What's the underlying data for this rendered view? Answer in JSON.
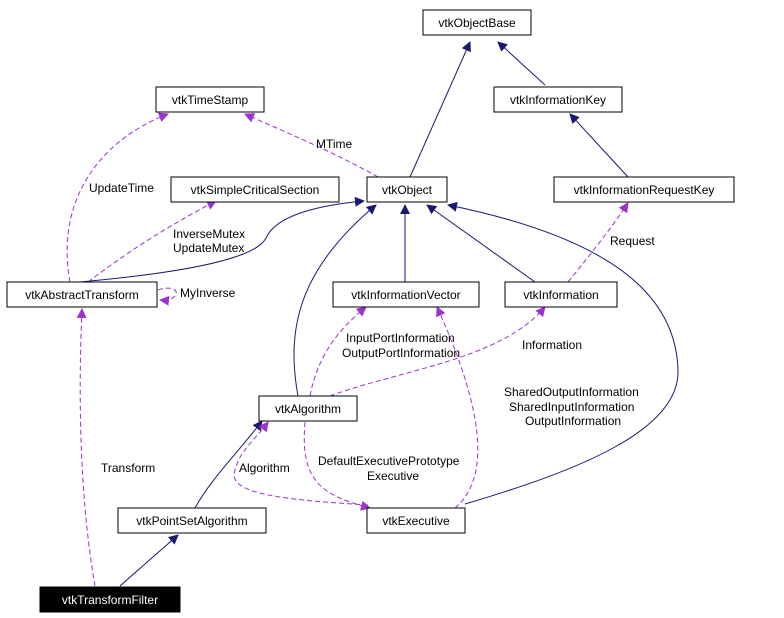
{
  "colors": {
    "inheritance": "#191970",
    "usage": "#9a32cd",
    "node_fill": "#ffffff",
    "highlight_fill": "#000000"
  },
  "nodes": {
    "vtkObjectBase": "vtkObjectBase",
    "vtkTimeStamp": "vtkTimeStamp",
    "vtkInformationKey": "vtkInformationKey",
    "vtkSimpleCriticalSection": "vtkSimpleCriticalSection",
    "vtkObject": "vtkObject",
    "vtkInformationRequestKey": "vtkInformationRequestKey",
    "vtkAbstractTransform": "vtkAbstractTransform",
    "vtkInformationVector": "vtkInformationVector",
    "vtkInformation": "vtkInformation",
    "vtkAlgorithm": "vtkAlgorithm",
    "vtkPointSetAlgorithm": "vtkPointSetAlgorithm",
    "vtkExecutive": "vtkExecutive",
    "vtkTransformFilter": "vtkTransformFilter"
  },
  "edge_labels": {
    "mtime": "MTime",
    "update_time": "UpdateTime",
    "inverse_mutex": "InverseMutex",
    "update_mutex": "UpdateMutex",
    "my_inverse": "MyInverse",
    "request": "Request",
    "input_port_information": "InputPortInformation",
    "output_port_information": "OutputPortInformation",
    "information": "Information",
    "shared_output_information": "SharedOutputInformation",
    "shared_input_information": "SharedInputInformation",
    "output_information": "OutputInformation",
    "default_executive_prototype": "DefaultExecutivePrototype",
    "executive": "Executive",
    "algorithm": "Algorithm",
    "transform": "Transform"
  }
}
